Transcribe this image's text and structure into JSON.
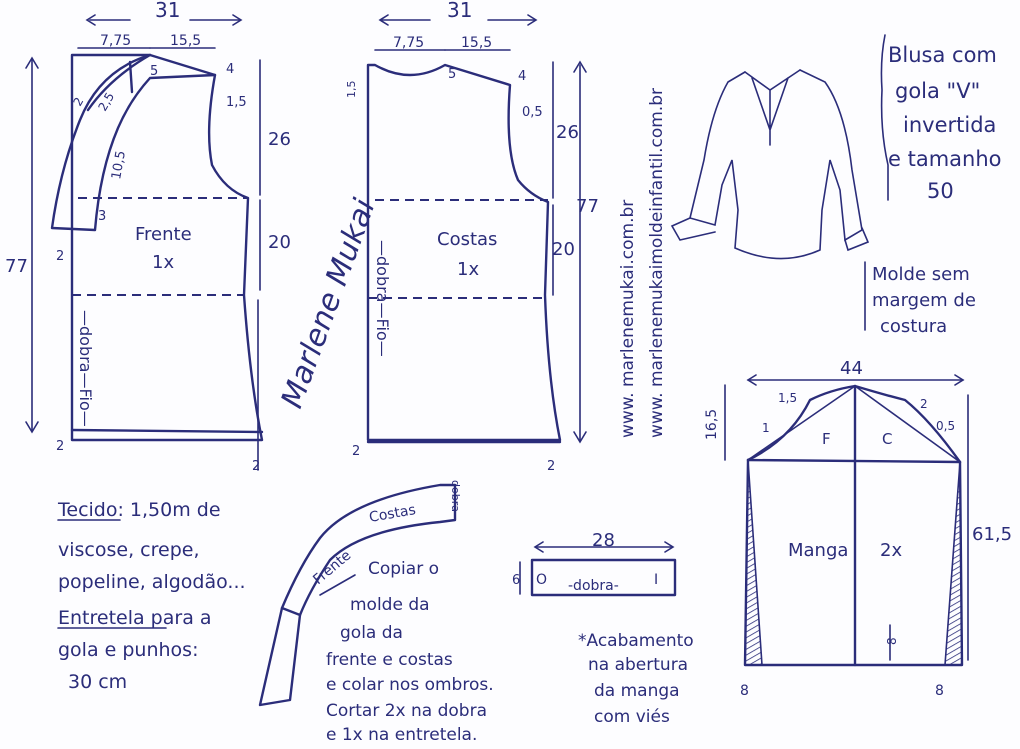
{
  "title": {
    "line1": "Blusa com",
    "line2": "gola \"V\"",
    "line3": "invertida",
    "line4": "e tamanho",
    "line5": "50"
  },
  "note_seam": {
    "line1": "Molde sem",
    "line2": "margem de",
    "line3": "costura"
  },
  "website": {
    "line1": "www. marlenemukai.com.br",
    "line2": "www. marlenemukaimoldeinfantil.com.br"
  },
  "signature": "Marlene Mukai",
  "frente": {
    "label": "Frente",
    "count": "1x",
    "width": "31",
    "shoulder_left": "7,75",
    "shoulder_right": "15,5",
    "neck_drop": "5",
    "shoulder_drop": "4",
    "armhole_curve": "1,5",
    "collar_2": "2",
    "collar_2_5": "2,5",
    "collar_10_5": "10,5",
    "collar_3": "3",
    "armhole_depth": "26",
    "to_waist": "20",
    "length": "77",
    "hem_left": "2",
    "hem_right": "2",
    "side_left": "2",
    "fold": "—dobra—Fio—"
  },
  "costas": {
    "label": "Costas",
    "count": "1x",
    "width": "31",
    "shoulder_left": "7,75",
    "shoulder_right": "15,5",
    "neck_drop": "5",
    "shoulder_drop": "4",
    "neck_back": "1,5",
    "armhole_curve": "0,5",
    "armhole_depth": "26",
    "to_waist": "20",
    "length": "77",
    "hem_left": "2",
    "hem_right": "2",
    "fold": "—dobra—Fio—"
  },
  "fabric": {
    "line1": "Tecido: 1,50m  de",
    "line2": "viscose, crepe,",
    "line3": "popeline, algodão...",
    "line4": "Entretela para a",
    "line5": "gola e punhos:",
    "line6": "30 cm"
  },
  "collar": {
    "costas": "Costas",
    "frente": "Frente",
    "dobra": "dobra",
    "line1": "Copiar o",
    "line2": "molde da",
    "line3": "gola da",
    "line4": "frente  e costas",
    "line5": "e colar nos ombros.",
    "line6": "Cortar  2x na dobra",
    "line7": "e 1x na entretela."
  },
  "cuff": {
    "width": "28",
    "height": "6",
    "fold": "-dobra-",
    "left_mark": "O",
    "right_mark": "I"
  },
  "manga": {
    "label": "Manga",
    "count": "2x",
    "width": "44",
    "cap_height": "16,5",
    "length": "61,5",
    "front": "F",
    "back": "C",
    "curve_front": "1,5",
    "curve_back": "2",
    "curve_back_low": "0,5",
    "curve_front_low": "1",
    "slit": "8",
    "hem_left": "8",
    "hem_right": "8"
  },
  "finish": {
    "line1": "*Acabamento",
    "line2": "na abertura",
    "line3": "da manga",
    "line4": "com viés"
  }
}
